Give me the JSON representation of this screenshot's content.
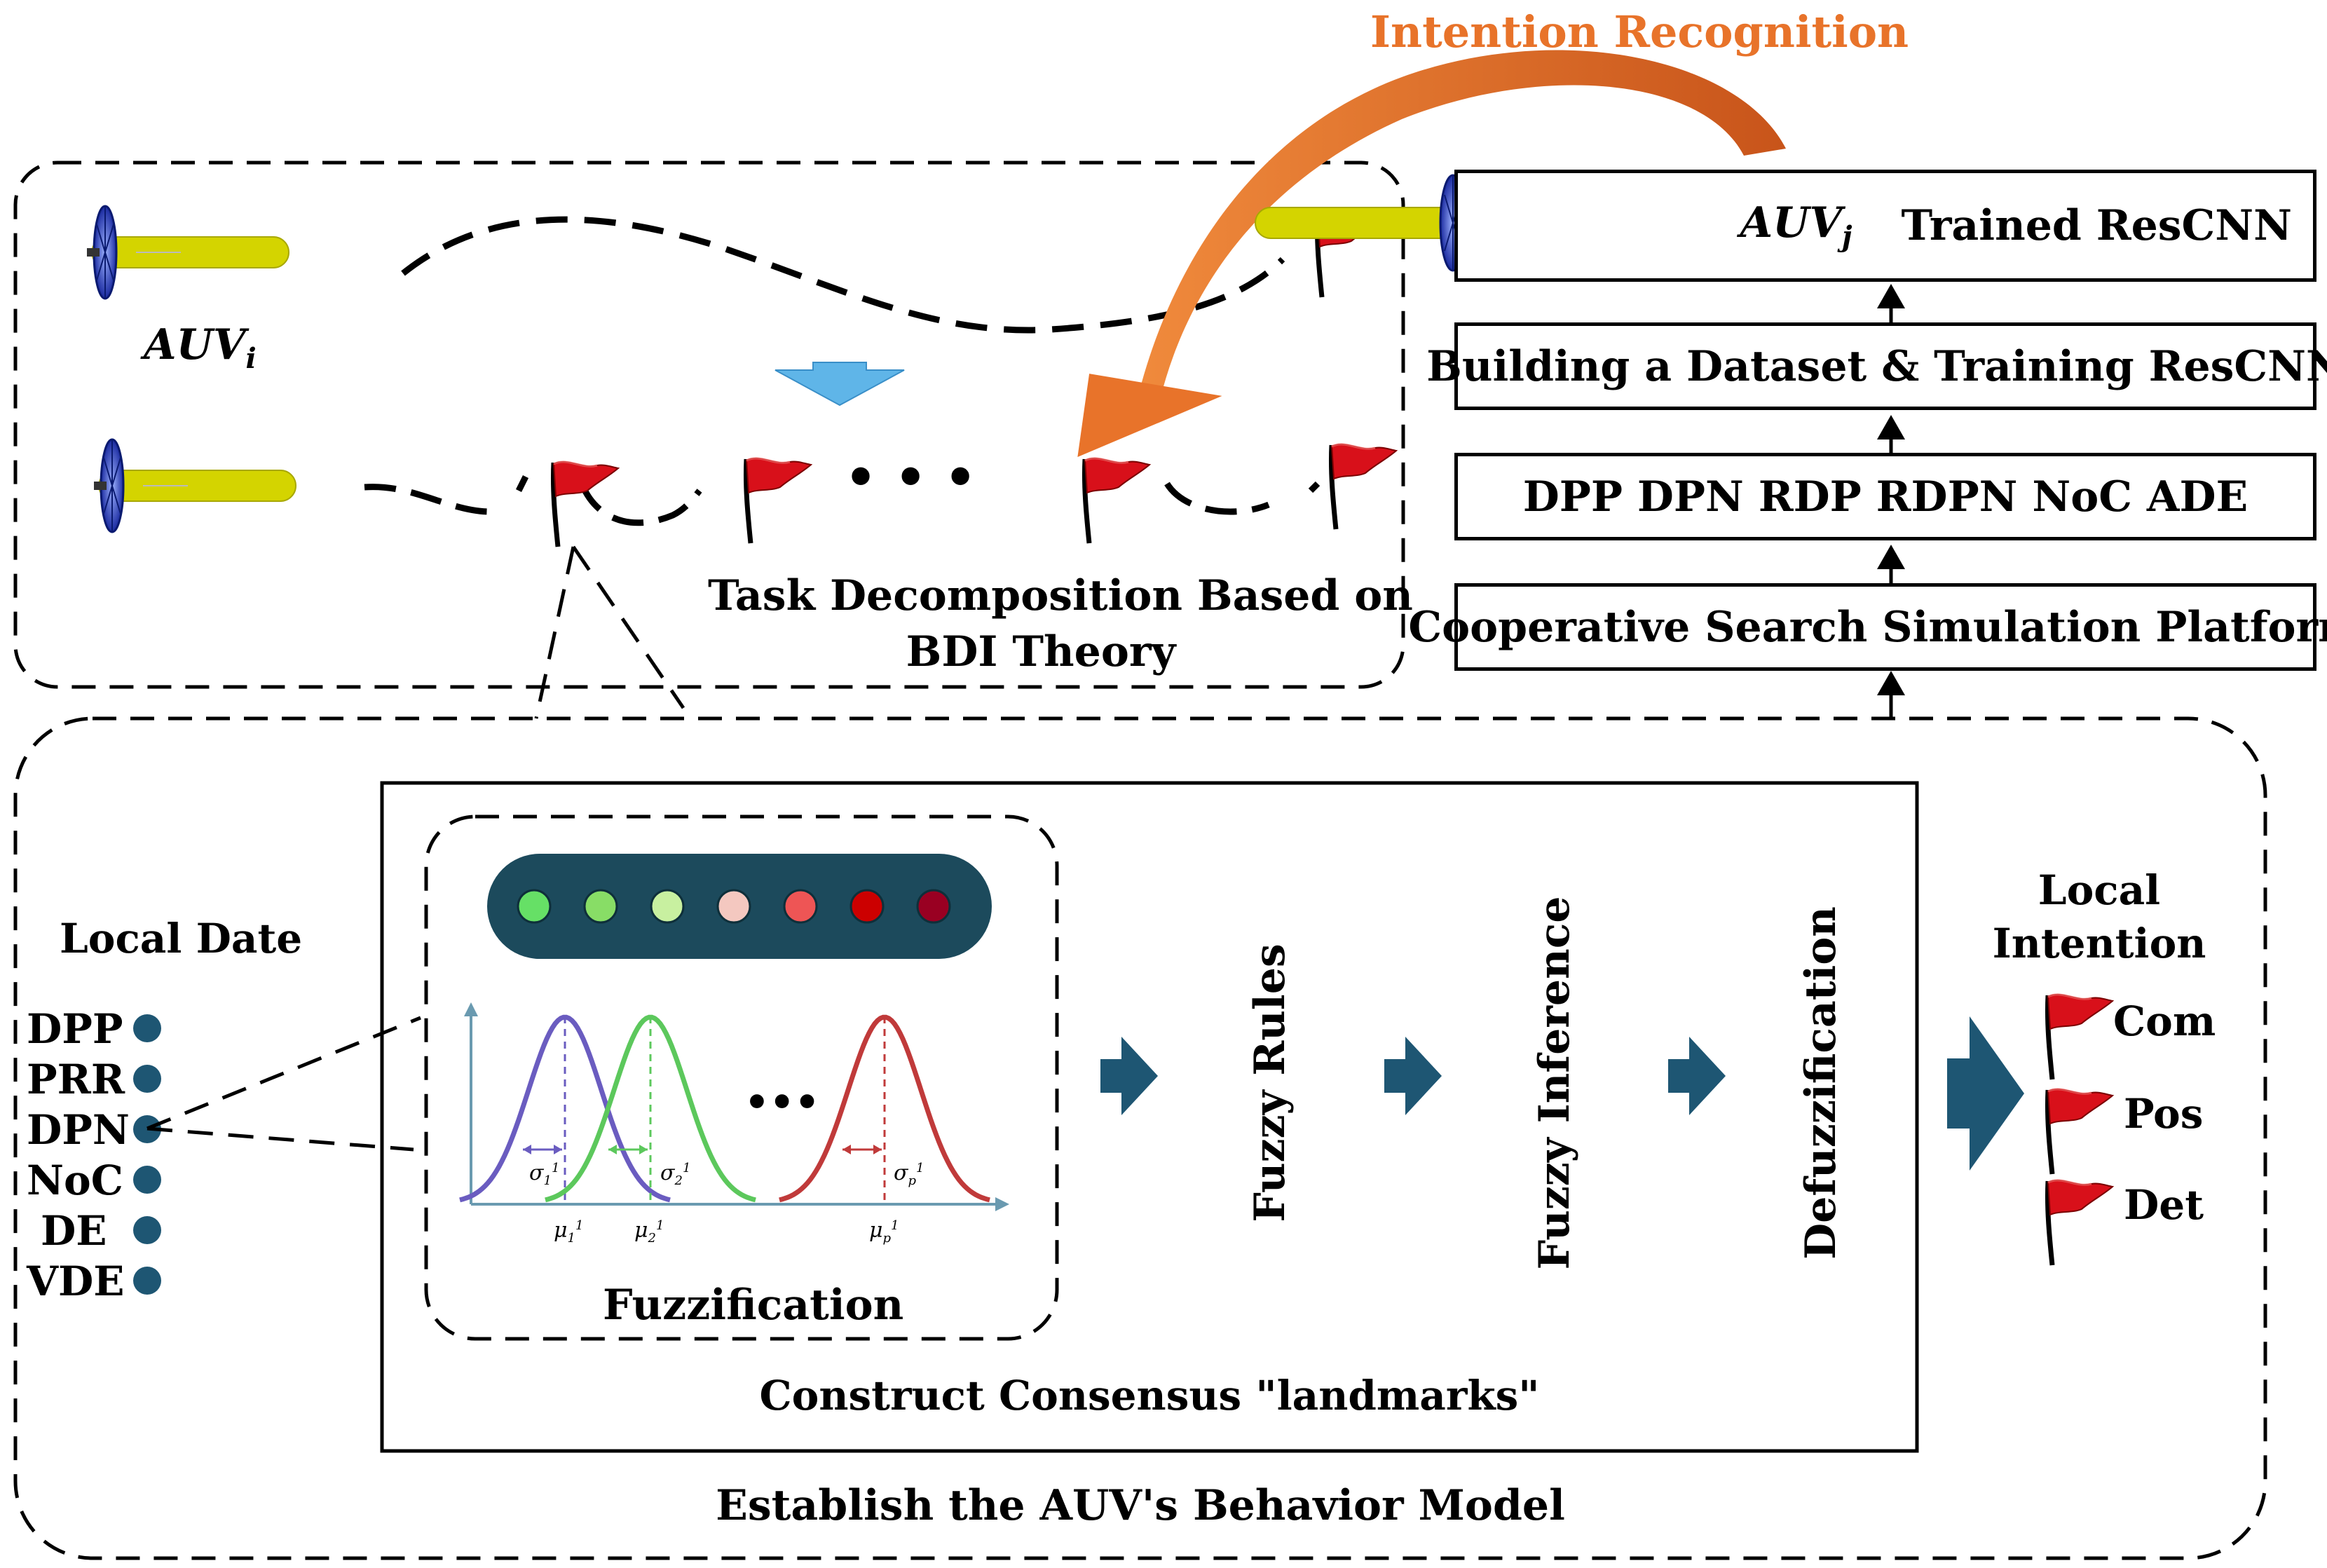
{
  "title": "Intention Recognition",
  "colors": {
    "arrow_orange": "#e8732a",
    "navy": "#1e5673",
    "auv_body": "#d4d400",
    "flag_red": "#d8101a",
    "down_arrow_blue": "#5fb5e8",
    "green_curve": "#5cc85c",
    "blue_curve": "#6a5cc0",
    "red_curve": "#c03a3a"
  },
  "task_panel": {
    "auv_label_main": "AUV",
    "auv_label_sub": "i",
    "caption_line1": "Task Decomposition Based on",
    "caption_line2": "BDI Theory",
    "ellipsis": "• • •"
  },
  "pipeline": {
    "top": {
      "auv_main": "AUV",
      "auv_sub": "j",
      "label": "Trained ResCNN"
    },
    "step3": "Building a Dataset & Training ResCNN",
    "step2": "DPP DPN RDP RDPN NoC ADE",
    "step1": "Cooperative Search Simulation Platform"
  },
  "behavior_model": {
    "title": "Establish the AUV's Behavior Model",
    "local_data_title": "Local Date",
    "local_data_items": [
      "DPP",
      "PRR",
      "DPN",
      "NoC",
      "DE",
      "VDE"
    ],
    "consensus_title": "Construct Consensus \"landmarks\"",
    "fuzzification_label": "Fuzzification",
    "led_colors": [
      "#66e066",
      "#88dd66",
      "#c8f0a0",
      "#f4c8c0",
      "#ee5555",
      "#cc0000",
      "#990022"
    ],
    "curve_ellipsis": "•••",
    "curve_labels": {
      "sigma1": "σ",
      "sigma1_sub": "1",
      "sigma1_sup": "1",
      "sigma2": "σ",
      "sigma2_sub": "2",
      "sigma2_sup": "1",
      "sigmap": "σ",
      "sigmap_sub": "p",
      "sigmap_sup": "1",
      "mu1": "μ",
      "mu1_sub": "1",
      "mu1_sup": "1",
      "mu2": "μ",
      "mu2_sub": "2",
      "mu2_sup": "1",
      "mup": "μ",
      "mup_sub": "p",
      "mup_sup": "1"
    },
    "stages": [
      "Fuzzy Rules",
      "Fuzzy Inference",
      "Defuzzification"
    ],
    "local_intention_line1": "Local",
    "local_intention_line2": "Intention",
    "intentions": [
      "Com",
      "Pos",
      "Det"
    ]
  }
}
